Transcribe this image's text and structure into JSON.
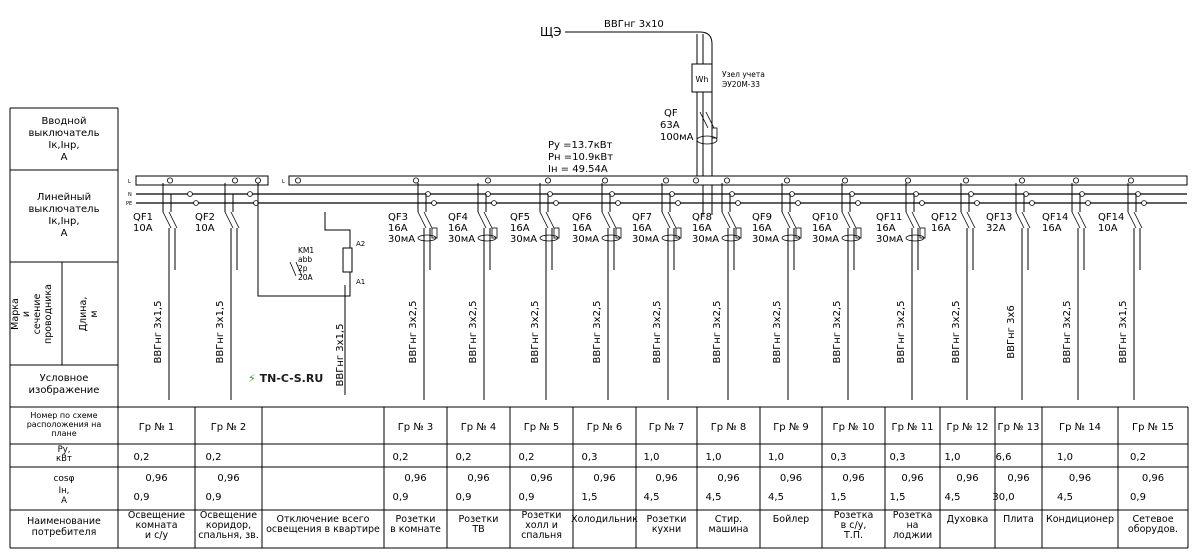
{
  "header": {
    "source": "ЩЭ",
    "input_cable": "ВВГнг 3х10",
    "meter_label_1": "Узел учета",
    "meter_label_2": "ЭУ20М-33",
    "meter_symbol": "Wh",
    "main_breaker": "QF",
    "main_breaker_current": "63А",
    "main_breaker_leak": "100мА",
    "power_installed": "Ру =13.7кВт",
    "power_calc": "Рн =10.9кВт",
    "current_calc": "Iн =  49.54А",
    "bus_l": "L",
    "bus_n": "N",
    "bus_pe": "PE"
  },
  "left_labels": {
    "input_breaker": [
      "Вводной",
      "выключатель",
      "Iк,Iнр,",
      "А"
    ],
    "line_breaker": [
      "Линейный",
      "выключатель",
      "Iк,Iнр,",
      "А"
    ],
    "cable_mark": [
      "Марка",
      "и",
      "сечение",
      "проводника"
    ],
    "cable_length": [
      "Длина,",
      "м"
    ],
    "symbol": [
      "Условное",
      "изображение"
    ]
  },
  "contactor": {
    "name": "KM1",
    "type": "abb",
    "poles": "2p",
    "current": "20А",
    "a1": "A1",
    "a2": "A2",
    "cable": "ВВГнг 3х1,5"
  },
  "logo_text": "TN-C-S.RU",
  "table_headers": {
    "number": [
      "Номер по схеме",
      "расположения на",
      "плане"
    ],
    "power": [
      "Ру,",
      "кВт"
    ],
    "cos": "cosφ",
    "current": [
      "Iн,",
      "А"
    ],
    "name": [
      "Наименование",
      "потребителя"
    ]
  },
  "columns": [
    {
      "qf": "QF1",
      "i": "10А",
      "leak": "",
      "cable": "ВВГнг 3х1,5",
      "num": "Гр № 1",
      "p": "0,2",
      "cos": "0,96",
      "in": "0,9",
      "name": [
        "Освещение",
        "комната",
        "и с/у"
      ]
    },
    {
      "qf": "QF2",
      "i": "10А",
      "leak": "",
      "cable": "ВВГнг 3х1,5",
      "num": "Гр № 2",
      "p": "0,2",
      "cos": "0,96",
      "in": "0,9",
      "name": [
        "Освещение",
        "коридор,",
        "спальня, зв."
      ]
    },
    {
      "qf": "",
      "i": "",
      "leak": "",
      "cable": "",
      "num": "",
      "p": "",
      "cos": "",
      "in": "",
      "name": [
        "Отключение всего",
        "освещения в квартире"
      ]
    },
    {
      "qf": "QF3",
      "i": "16А",
      "leak": "30мА",
      "cable": "ВВГнг 3х2,5",
      "num": "Гр № 3",
      "p": "0,2",
      "cos": "0,96",
      "in": "0,9",
      "name": [
        "Розетки",
        "в комнате"
      ]
    },
    {
      "qf": "QF4",
      "i": "16А",
      "leak": "30мА",
      "cable": "ВВГнг 3х2,5",
      "num": "Гр № 4",
      "p": "0,2",
      "cos": "0,96",
      "in": "0,9",
      "name": [
        "Розетки",
        "ТВ"
      ]
    },
    {
      "qf": "QF5",
      "i": "16А",
      "leak": "30мА",
      "cable": "ВВГнг 3х2,5",
      "num": "Гр № 5",
      "p": "0,2",
      "cos": "0,96",
      "in": "0,9",
      "name": [
        "Розетки",
        "холл и",
        "спальня"
      ]
    },
    {
      "qf": "QF6",
      "i": "16А",
      "leak": "30мА",
      "cable": "ВВГнг 3х2,5",
      "num": "Гр № 6",
      "p": "0,3",
      "cos": "0,96",
      "in": "1,5",
      "name": [
        "Холодильник"
      ]
    },
    {
      "qf": "QF7",
      "i": "16А",
      "leak": "30мА",
      "cable": "ВВГнг 3х2,5",
      "num": "Гр № 7",
      "p": "1,0",
      "cos": "0,96",
      "in": "4,5",
      "name": [
        "Розетки",
        "кухни"
      ]
    },
    {
      "qf": "QF8",
      "i": "16А",
      "leak": "30мА",
      "cable": "ВВГнг 3х2,5",
      "num": "Гр № 8",
      "p": "1,0",
      "cos": "0,96",
      "in": "4,5",
      "name": [
        "Стир.",
        "машина"
      ]
    },
    {
      "qf": "QF9",
      "i": "16А",
      "leak": "30мА",
      "cable": "ВВГнг 3х2,5",
      "num": "Гр № 9",
      "p": "1,0",
      "cos": "0,96",
      "in": "4,5",
      "name": [
        "Бойлер"
      ]
    },
    {
      "qf": "QF10",
      "i": "16А",
      "leak": "30мА",
      "cable": "ВВГнг 3х2,5",
      "num": "Гр № 10",
      "p": "0,3",
      "cos": "0,96",
      "in": "1,5",
      "name": [
        "Розетка",
        "в с/у,",
        "Т.П."
      ]
    },
    {
      "qf": "QF11",
      "i": "16А",
      "leak": "30мА",
      "cable": "ВВГнг 3х2,5",
      "num": "Гр № 11",
      "p": "0,3",
      "cos": "0,96",
      "in": "1,5",
      "name": [
        "Розетка",
        "на",
        "лоджии"
      ]
    },
    {
      "qf": "QF12",
      "i": "16А",
      "leak": "",
      "cable": "ВВГнг 3х2,5",
      "num": "Гр № 12",
      "p": "1,0",
      "cos": "0,96",
      "in": "4,5",
      "name": [
        "Духовка"
      ]
    },
    {
      "qf": "QF13",
      "i": "32А",
      "leak": "",
      "cable": "ВВГнг 3х6",
      "num": "Гр № 13",
      "p": "6,6",
      "cos": "0,96",
      "in": "30,0",
      "name": [
        "Плита"
      ]
    },
    {
      "qf": "QF14",
      "i": "16А",
      "leak": "",
      "cable": "ВВГнг 3х2,5",
      "num": "Гр № 14",
      "p": "1,0",
      "cos": "0,96",
      "in": "4,5",
      "name": [
        "Кондиционер"
      ]
    },
    {
      "qf": "QF14",
      "i": "10А",
      "leak": "",
      "cable": "ВВГнг 3х1,5",
      "num": "Гр № 15",
      "p": "0,2",
      "cos": "0,96",
      "in": "0,9",
      "name": [
        "Сетевое",
        "оборудов."
      ]
    }
  ]
}
